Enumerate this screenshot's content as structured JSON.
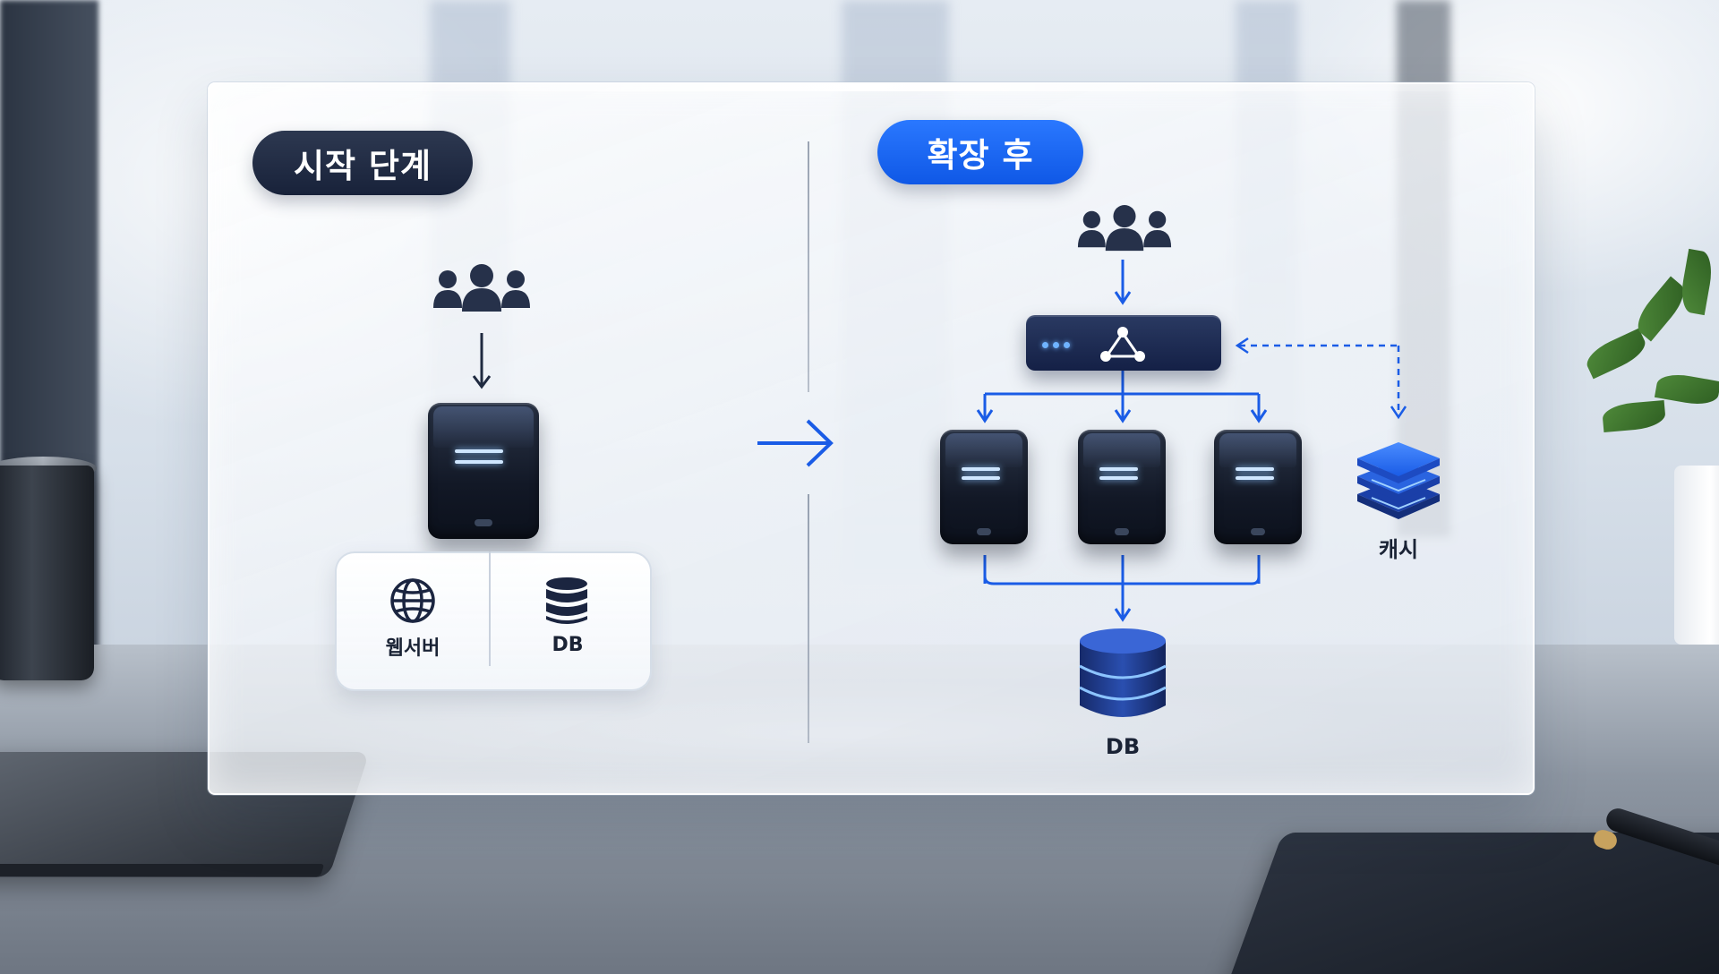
{
  "diagram": {
    "left": {
      "badge": "시작 단계",
      "card": {
        "web_label": "웹서버",
        "db_label": "DB"
      }
    },
    "right": {
      "badge": "확장 후",
      "cache_label": "캐시",
      "db_label": "DB"
    }
  },
  "colors": {
    "accent_blue": "#1a5ce6",
    "dark_navy": "#1b2540",
    "arrow_dark": "#1f2a40"
  },
  "icons": [
    "users-icon",
    "server-icon",
    "globe-icon",
    "database-icon",
    "load-balancer-icon",
    "cache-stack-icon",
    "arrow-right-icon"
  ]
}
